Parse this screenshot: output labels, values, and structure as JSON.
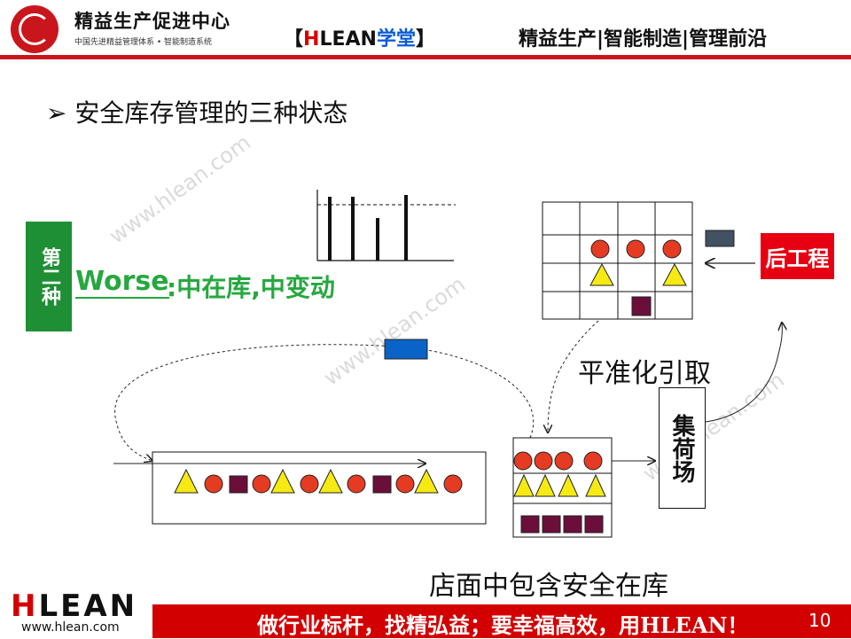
{
  "header": {
    "logo_title": "精益生产促进中心",
    "logo_subtitle": "中国先进精益管理体系 • 智能制造系统",
    "brand_open": "【",
    "brand_h": "H",
    "brand_lean": "LEAN",
    "brand_cn": "学堂",
    "brand_close": "】",
    "tagline": "精益生产|智能制造|管理前沿"
  },
  "main": {
    "bullet_glyph": "➢",
    "bullet_text": "安全库存管理的三种状态",
    "side_badge": "第二种",
    "worse_word": "Worse",
    "worse_desc": ":中在库,中变动",
    "leveling_label": "平准化引取",
    "post_process_label": "后工程",
    "gather_label": "集荷场",
    "caption": "店面中包含安全在库",
    "watermark": "www.hlean.com"
  },
  "footer": {
    "slogan": "做行业标杆，找精弘益；要幸福高效，用HLEAN！",
    "page_number": "10",
    "logo_h": "H",
    "logo_rest": "LEAN",
    "url": "www.hlean.com"
  },
  "colors": {
    "red": "#e53b22",
    "yellow": "#f7ea13",
    "square": "#6b0f3a",
    "blue": "#0a63c7",
    "gray": "#425262",
    "green": "#26a83f"
  }
}
